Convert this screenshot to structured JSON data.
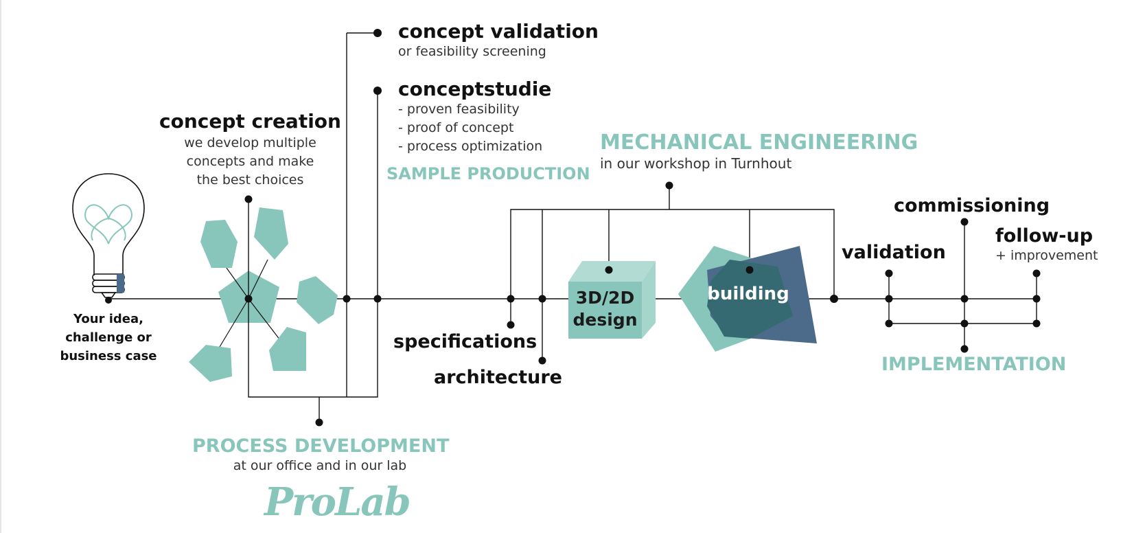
{
  "colors": {
    "teal": "#88c6bb",
    "teal_light": "#b2dcd3",
    "navy": "#4c6b8a",
    "dark_teal": "#356a73",
    "line": "#111111"
  },
  "idea": {
    "lines": [
      "Your idea,",
      "challenge or",
      "business case"
    ],
    "icon": "lightbulb-icon"
  },
  "concept_creation": {
    "title": "concept creation",
    "lines": [
      "we develop multiple",
      "concepts and make",
      "the best choices"
    ]
  },
  "concept_validation": {
    "title": "concept validation",
    "subtitle": "or feasibility screening"
  },
  "conceptstudie": {
    "title": "conceptstudie",
    "items": [
      "- proven feasibility",
      "- proof of concept",
      "- process optimization"
    ]
  },
  "sample_production": "SAMPLE PRODUCTION",
  "process_development": {
    "title": "PROCESS DEVELOPMENT",
    "subtitle": "at our office and in our lab",
    "logo": "ProLab"
  },
  "mechanical_engineering": {
    "title": "MECHANICAL ENGINEERING",
    "subtitle": "in our workshop in Turnhout"
  },
  "specifications": "specifications",
  "architecture": "architecture",
  "design_box": {
    "line1": "3D/2D",
    "line2": "design"
  },
  "building": "building",
  "validation": "validation",
  "commissioning": "commissioning",
  "follow_up": {
    "title": "follow-up",
    "subtitle": "+ improvement"
  },
  "implementation": "IMPLEMENTATION"
}
